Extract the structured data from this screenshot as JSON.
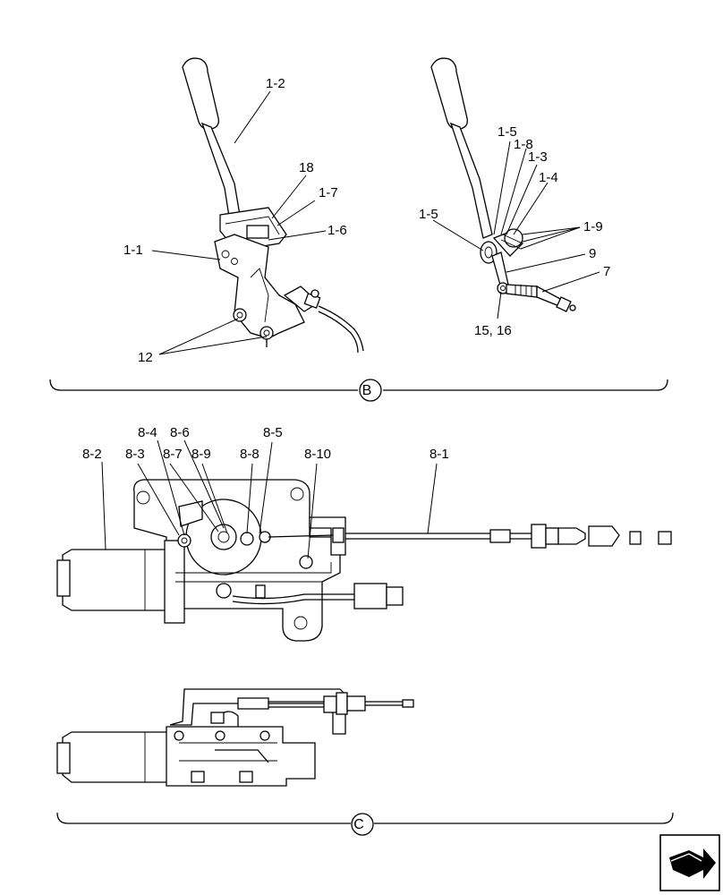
{
  "figure": {
    "section_b": {
      "marker": "B",
      "labels": {
        "l_1_2": "1-2",
        "l_18": "18",
        "l_1_7": "1-7",
        "l_1_6": "1-6",
        "l_1_1": "1-1",
        "l_12": "12",
        "r_1_5_top": "1-5",
        "r_1_8": "1-8",
        "r_1_3": "1-3",
        "r_1_4": "1-4",
        "r_1_9": "1-9",
        "r_1_5": "1-5",
        "r_9": "9",
        "r_7": "7",
        "r_15_16": "15, 16"
      }
    },
    "section_c": {
      "marker": "C",
      "labels": {
        "l_8_2": "8-2",
        "l_8_3": "8-3",
        "l_8_4": "8-4",
        "l_8_7": "8-7",
        "l_8_6": "8-6",
        "l_8_9": "8-9",
        "l_8_8": "8-8",
        "l_8_5": "8-5",
        "l_8_10": "8-10",
        "l_8_1": "8-1"
      }
    },
    "nav_icon": "next-page-arrow-icon"
  }
}
